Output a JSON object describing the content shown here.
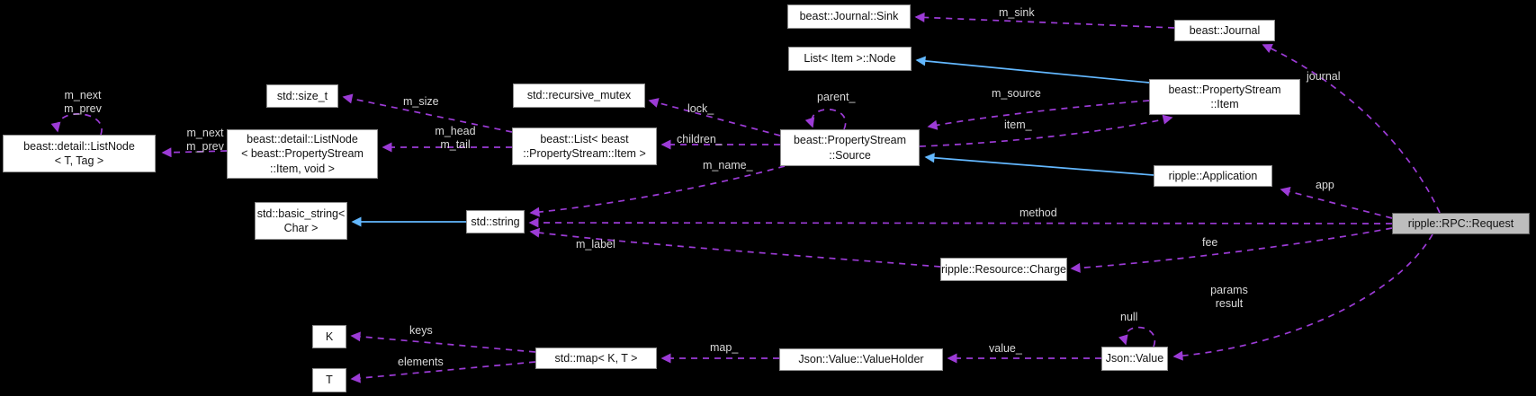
{
  "diagram": {
    "type": "doxygen-collaboration-graph",
    "focus_class": "ripple::RPC::Request",
    "colors": {
      "background": "#000000",
      "node_fill": "#ffffff",
      "node_border": "#8f8f8f",
      "node_text": "#111111",
      "focus_node_fill": "#bdbdbd",
      "member_edge": "#9c3bd6",
      "inheritance_edge": "#63b8ff",
      "edge_label_text": "#dadada"
    },
    "nodes": {
      "journal_sink": {
        "label": "beast::Journal::Sink"
      },
      "journal": {
        "label": "beast::Journal"
      },
      "list_item_node": {
        "label": "List< Item >::Node"
      },
      "property_stream_item": {
        "label": "beast::PropertyStream\n::Item"
      },
      "std_size_t": {
        "label": "std::size_t"
      },
      "std_recursive_mutex": {
        "label": "std::recursive_mutex"
      },
      "list_node_t_tag": {
        "label": "beast::detail::ListNode\n< T, Tag >"
      },
      "list_node_item_void": {
        "label": "beast::detail::ListNode\n< beast::PropertyStream\n::Item, void >"
      },
      "beast_list": {
        "label": "beast::List< beast\n::PropertyStream::Item >"
      },
      "property_stream_source": {
        "label": "beast::PropertyStream\n::Source"
      },
      "application": {
        "label": "ripple::Application"
      },
      "rpc_request": {
        "label": "ripple::RPC::Request"
      },
      "std_basic_string": {
        "label": "std::basic_string<\nChar >"
      },
      "std_string": {
        "label": "std::string"
      },
      "resource_charge": {
        "label": "ripple::Resource::Charge"
      },
      "json_value_holder": {
        "label": "Json::Value::ValueHolder"
      },
      "json_value": {
        "label": "Json::Value"
      },
      "std_map": {
        "label": "std::map< K, T >"
      },
      "k": {
        "label": "K"
      },
      "t": {
        "label": "T"
      }
    },
    "edges": [
      {
        "from": "list_node_t_tag",
        "to": "list_node_t_tag",
        "label": "m_next\nm_prev",
        "style": "dashed"
      },
      {
        "from": "list_node_item_void",
        "to": "list_node_t_tag",
        "label": "m_next\nm_prev",
        "style": "dashed"
      },
      {
        "from": "beast_list",
        "to": "std_size_t",
        "label": "m_size",
        "style": "dashed"
      },
      {
        "from": "beast_list",
        "to": "list_node_item_void",
        "label": "m_head\nm_tail",
        "style": "dashed"
      },
      {
        "from": "property_stream_source",
        "to": "std_recursive_mutex",
        "label": "lock_",
        "style": "dashed"
      },
      {
        "from": "property_stream_source",
        "to": "beast_list",
        "label": "children_",
        "style": "dashed"
      },
      {
        "from": "property_stream_source",
        "to": "property_stream_source",
        "label": "parent_",
        "style": "dashed"
      },
      {
        "from": "property_stream_source",
        "to": "std_string",
        "label": "m_name_",
        "style": "dashed"
      },
      {
        "from": "journal",
        "to": "journal_sink",
        "label": "m_sink",
        "style": "dashed"
      },
      {
        "from": "rpc_request",
        "to": "journal",
        "label": "journal",
        "style": "dashed"
      },
      {
        "from": "rpc_request",
        "to": "application",
        "label": "app",
        "style": "dashed"
      },
      {
        "from": "rpc_request",
        "to": "std_string",
        "label": "method",
        "style": "dashed"
      },
      {
        "from": "rpc_request",
        "to": "resource_charge",
        "label": "fee",
        "style": "dashed"
      },
      {
        "from": "rpc_request",
        "to": "json_value",
        "label": "params\nresult",
        "style": "dashed"
      },
      {
        "from": "property_stream_item",
        "to": "property_stream_source",
        "label": "m_source",
        "style": "dashed"
      },
      {
        "from": "property_stream_source",
        "to": "property_stream_item",
        "label": "item_",
        "style": "dashed"
      },
      {
        "from": "json_value",
        "to": "json_value",
        "label": "null",
        "style": "dashed"
      },
      {
        "from": "json_value",
        "to": "json_value_holder",
        "label": "value_",
        "style": "dashed"
      },
      {
        "from": "json_value_holder",
        "to": "std_map",
        "label": "map_",
        "style": "dashed"
      },
      {
        "from": "std_map",
        "to": "k",
        "label": "keys",
        "style": "dashed"
      },
      {
        "from": "std_map",
        "to": "t",
        "label": "elements",
        "style": "dashed"
      },
      {
        "from": "resource_charge",
        "to": "std_string",
        "label": "m_label",
        "style": "dashed"
      },
      {
        "from": "std_string",
        "to": "std_basic_string",
        "label": "",
        "style": "solid-inheritance"
      },
      {
        "from": "property_stream_item",
        "to": "list_item_node",
        "label": "",
        "style": "solid-inheritance"
      },
      {
        "from": "application",
        "to": "property_stream_source",
        "label": "",
        "style": "solid-inheritance"
      }
    ]
  }
}
